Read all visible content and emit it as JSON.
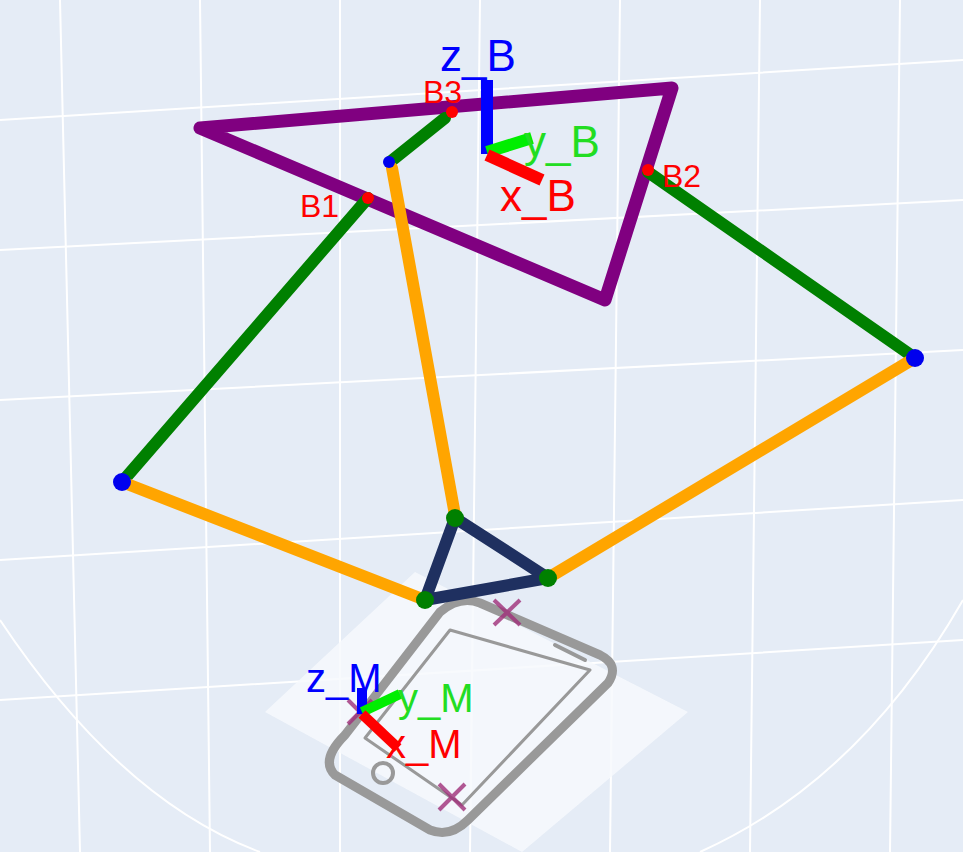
{
  "diagram": {
    "labels": [
      "z_B",
      "y_B",
      "x_B",
      "B1",
      "B2",
      "B3",
      "z_M",
      "y_M",
      "x_M"
    ]
  }
}
